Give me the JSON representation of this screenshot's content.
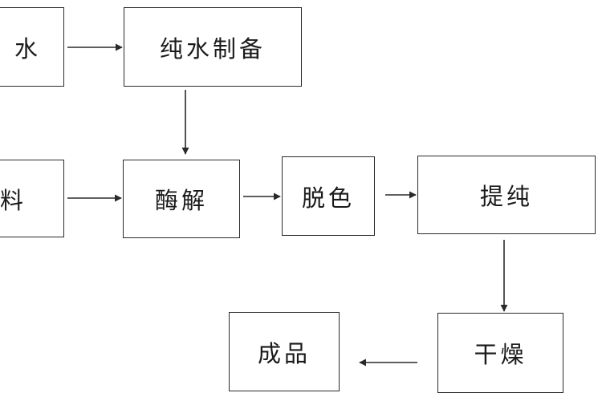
{
  "nodes": {
    "source_water": "水",
    "pure_water": "纯水制备",
    "raw_material": "料",
    "enzymolysis": "酶解",
    "decolorization": "脱色",
    "purification": "提纯",
    "drying": "干燥",
    "product": "成品"
  },
  "edges": [
    {
      "from": "source_water",
      "to": "pure_water"
    },
    {
      "from": "pure_water",
      "to": "enzymolysis"
    },
    {
      "from": "raw_material",
      "to": "enzymolysis"
    },
    {
      "from": "enzymolysis",
      "to": "decolorization"
    },
    {
      "from": "decolorization",
      "to": "purification"
    },
    {
      "from": "purification",
      "to": "drying"
    },
    {
      "from": "drying",
      "to": "product"
    }
  ],
  "colors": {
    "line": "#2a2a2a",
    "box_border": "#2a2a2a",
    "text": "#1a1a1a",
    "background": "#ffffff"
  }
}
